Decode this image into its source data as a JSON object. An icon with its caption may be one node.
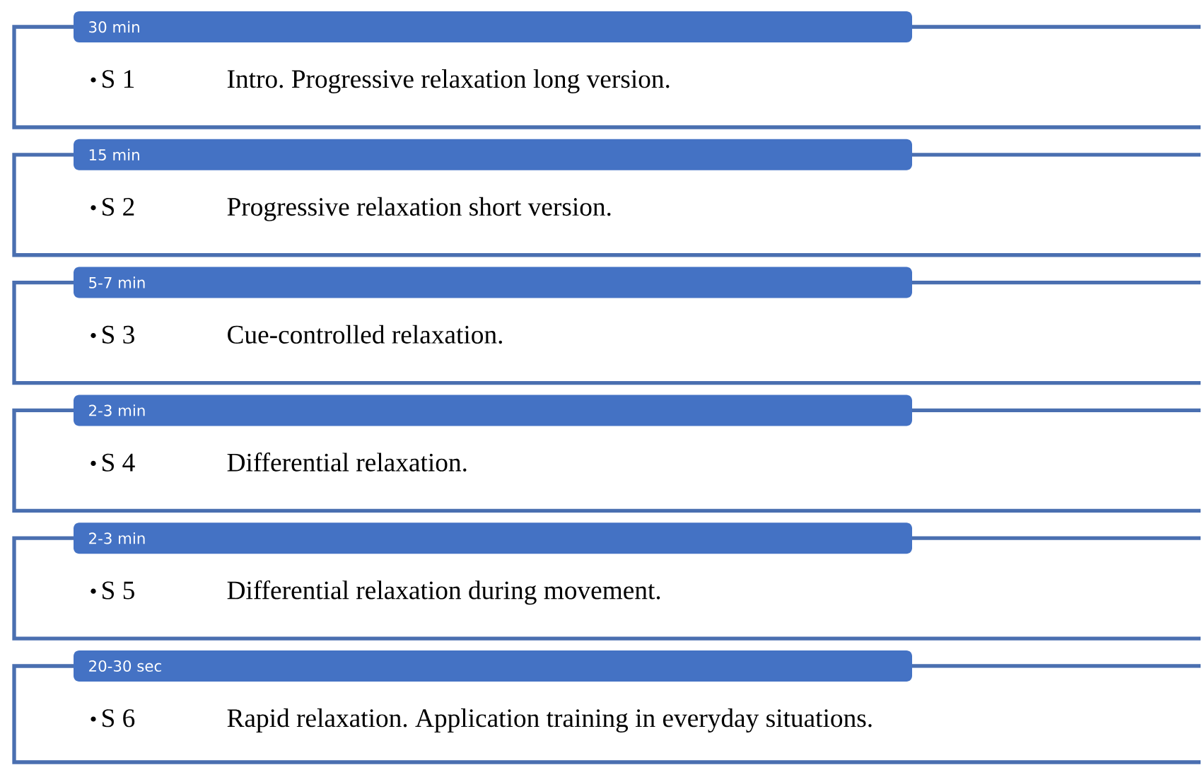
{
  "diagram": {
    "nodes": [
      {
        "text": [
          "30 min",
          "S 1",
          "Intro. Progressive relaxation long version."
        ]
      },
      {
        "text": [
          "15 min",
          "S 2",
          "Progressive relaxation short version."
        ]
      },
      {
        "text": [
          "5-7 min",
          "S 3",
          "Cue-controlled relaxation."
        ]
      },
      {
        "text": [
          "2-3 min",
          "S 4",
          "Differential relaxation."
        ]
      },
      {
        "text": [
          "2-3 min",
          "S 5",
          "Differential relaxation during movement."
        ]
      },
      {
        "text": [
          "20-30 sec",
          "S 6",
          "Rapid relaxation. Application training in everyday situations."
        ]
      }
    ]
  }
}
